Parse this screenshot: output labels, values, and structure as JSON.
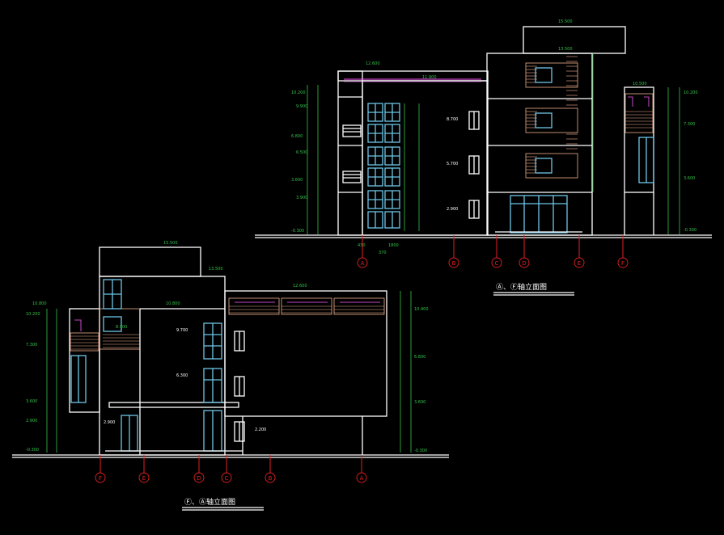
{
  "drawing": {
    "elevation_1": {
      "title": "Ⓐ、Ⓕ轴立面图",
      "axes": [
        "A",
        "B",
        "C",
        "D",
        "E",
        "F"
      ],
      "elev_left": [
        "10.200",
        "9.900",
        "6.800",
        "6.500",
        "3.600",
        "3.900",
        "-0.300"
      ],
      "elev_right": [
        "10.200",
        "7.300",
        "3.600",
        "-0.300"
      ],
      "elev_top": [
        "12.600",
        "11.900",
        "15.500",
        "13.500",
        "10.500"
      ],
      "floor_marks": [
        "8.700",
        "5.700",
        "2.900"
      ],
      "dims_bottom": [
        "430",
        "1800",
        "370"
      ]
    },
    "elevation_2": {
      "title": "Ⓕ、Ⓐ轴立面图",
      "axes": [
        "F",
        "E",
        "D",
        "C",
        "B",
        "A"
      ],
      "elev_left": [
        "10.800",
        "10.200",
        "7.300",
        "3.600",
        "2.900",
        "-0.300"
      ],
      "elev_right": [
        "10.400",
        "6.800",
        "3.600",
        "-0.300"
      ],
      "elev_top": [
        "15.500",
        "13.500",
        "12.600",
        "10.800",
        "8.900"
      ],
      "floor_marks": [
        "9.700",
        "6.300",
        "2.900",
        "2.200"
      ]
    }
  }
}
